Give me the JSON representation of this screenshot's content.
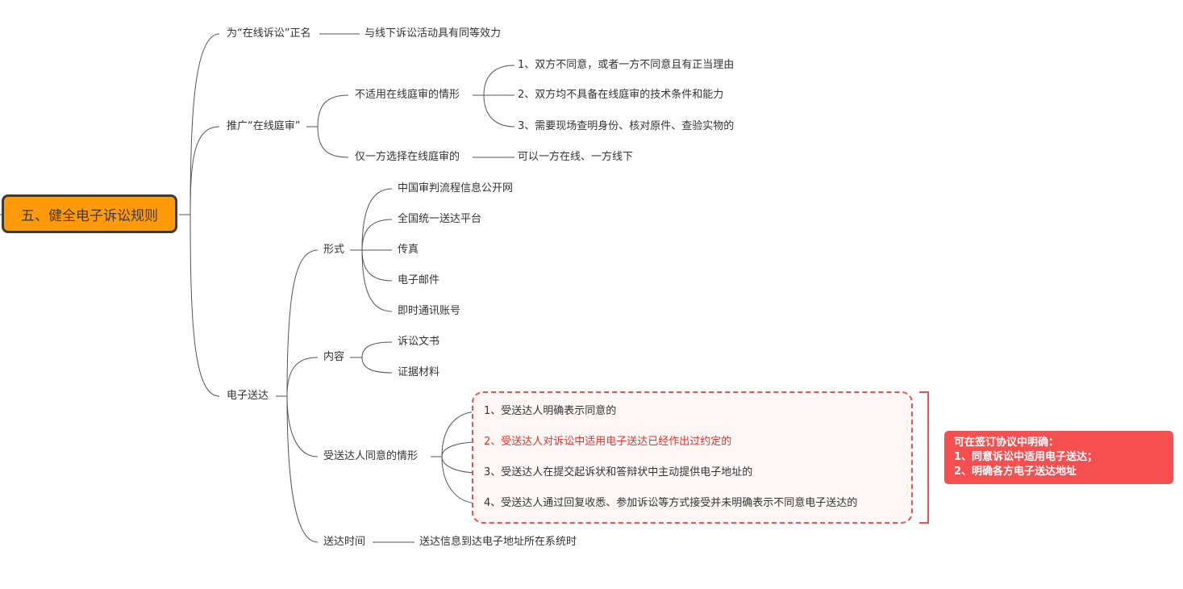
{
  "root": {
    "label": "五、健全电子诉讼规则"
  },
  "branches": {
    "online_name": {
      "label": "为“在线诉讼”正名",
      "child": "与线下诉讼活动具有同等效力"
    },
    "online_trial": {
      "label": "推广“在线庭审”",
      "not_applicable": {
        "label": "不适用在线庭审的情形",
        "items": [
          "1、双方不同意，或者一方不同意且有正当理由",
          "2、双方均不具备在线庭审的技术条件和能力",
          "3、需要现场查明身份、核对原件、查验实物的"
        ]
      },
      "one_side": {
        "label": "仅一方选择在线庭审的",
        "child": "可以一方在线、一方线下"
      }
    },
    "e_service": {
      "label": "电子送达",
      "form": {
        "label": "形式",
        "items": [
          "中国审判流程信息公开网",
          "全国统一送达平台",
          "传真",
          "电子邮件",
          "即时通讯账号"
        ]
      },
      "content": {
        "label": "内容",
        "items": [
          "诉讼文书",
          "证据材料"
        ]
      },
      "consent": {
        "label": "受送达人同意的情形",
        "items": [
          "1、受送达人明确表示同意的",
          "2、受送达人对诉讼中适用电子送达已经作出过约定的",
          "3、受送达人在提交起诉状和答辩状中主动提供电子地址的",
          "4、受送达人通过回复收悉、参加诉讼等方式接受并未明确表示不同意电子送达的"
        ]
      },
      "time": {
        "label": "送达时间",
        "child": "送达信息到达电子地址所在系统时"
      }
    }
  },
  "callout": {
    "lines": [
      "可在签订协议中明确：",
      "1、同意诉讼中适用电子送达；",
      "2、明确各方电子送达地址"
    ]
  },
  "colors": {
    "root_fill": "#ff9a0a",
    "highlight_red": "#e8312a",
    "callout_fill": "#f54f4f",
    "line": "#555555"
  }
}
